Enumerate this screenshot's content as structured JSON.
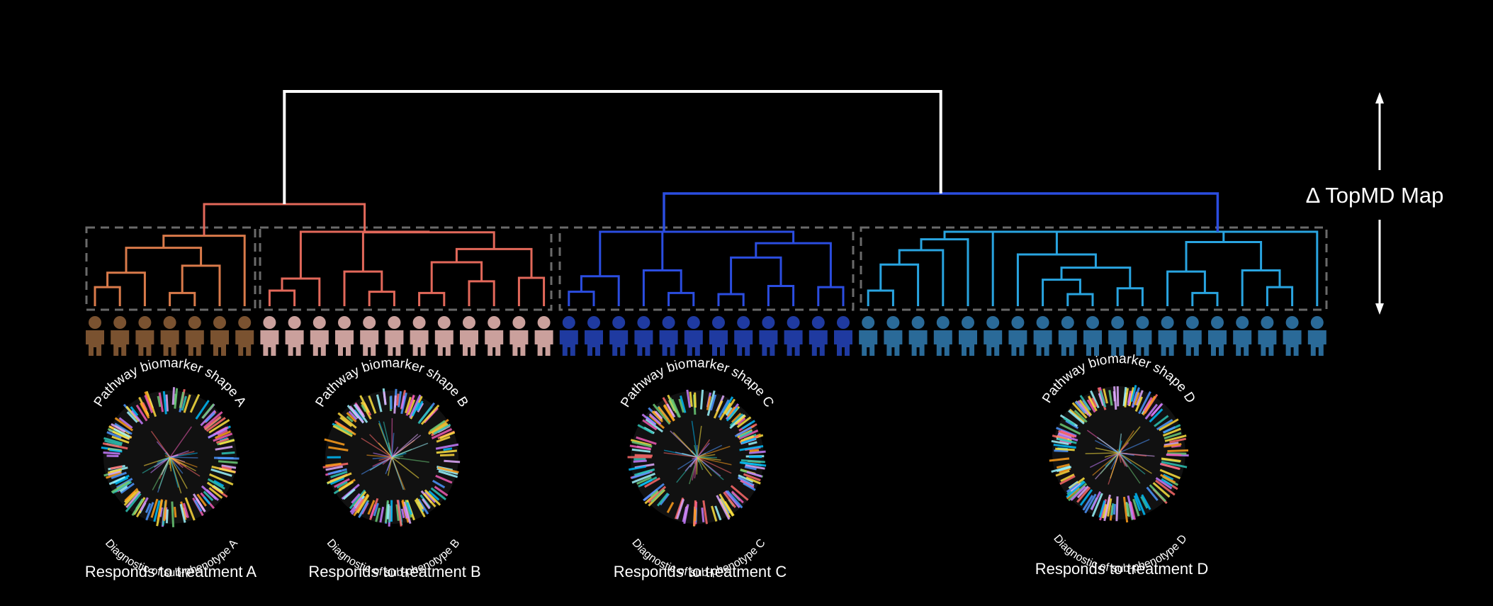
{
  "scale_label": "Δ TopMD Map",
  "colors": {
    "root": "#ffffff",
    "clusterA": "#d97a4a",
    "clusterB": "#e2685a",
    "clusterC": "#2b4de0",
    "clusterD": "#29a4e0",
    "personA": "#7a5230",
    "personB": "#caa09c",
    "personC": "#1f3aa0",
    "personD": "#2a6a98",
    "box": "#6a6a6a"
  },
  "groups": [
    {
      "id": "A",
      "count": 7,
      "color_key": "clusterA",
      "person_key": "personA",
      "top_label": "Pathway biomarker shape A",
      "bottom_label": "Diagnostic of sub-phenotype A",
      "response": "Responds to treatment A"
    },
    {
      "id": "B",
      "count": 12,
      "color_key": "clusterB",
      "person_key": "personB",
      "top_label": "Pathway biomarker shape B",
      "bottom_label": "Diagnostic of sub-phenotype B",
      "response": "Responds to treatment B"
    },
    {
      "id": "C",
      "count": 12,
      "color_key": "clusterC",
      "person_key": "personC",
      "top_label": "Pathway biomarker shape C",
      "bottom_label": "Diagnostic of sub-phenotype C",
      "response": "Responds to treatment C"
    },
    {
      "id": "D",
      "count": 19,
      "color_key": "clusterD",
      "person_key": "personD",
      "top_label": "Pathway biomarker shape D",
      "bottom_label": "Diagnostic of sub-phenotype D",
      "response": "Responds to treatment D"
    }
  ]
}
